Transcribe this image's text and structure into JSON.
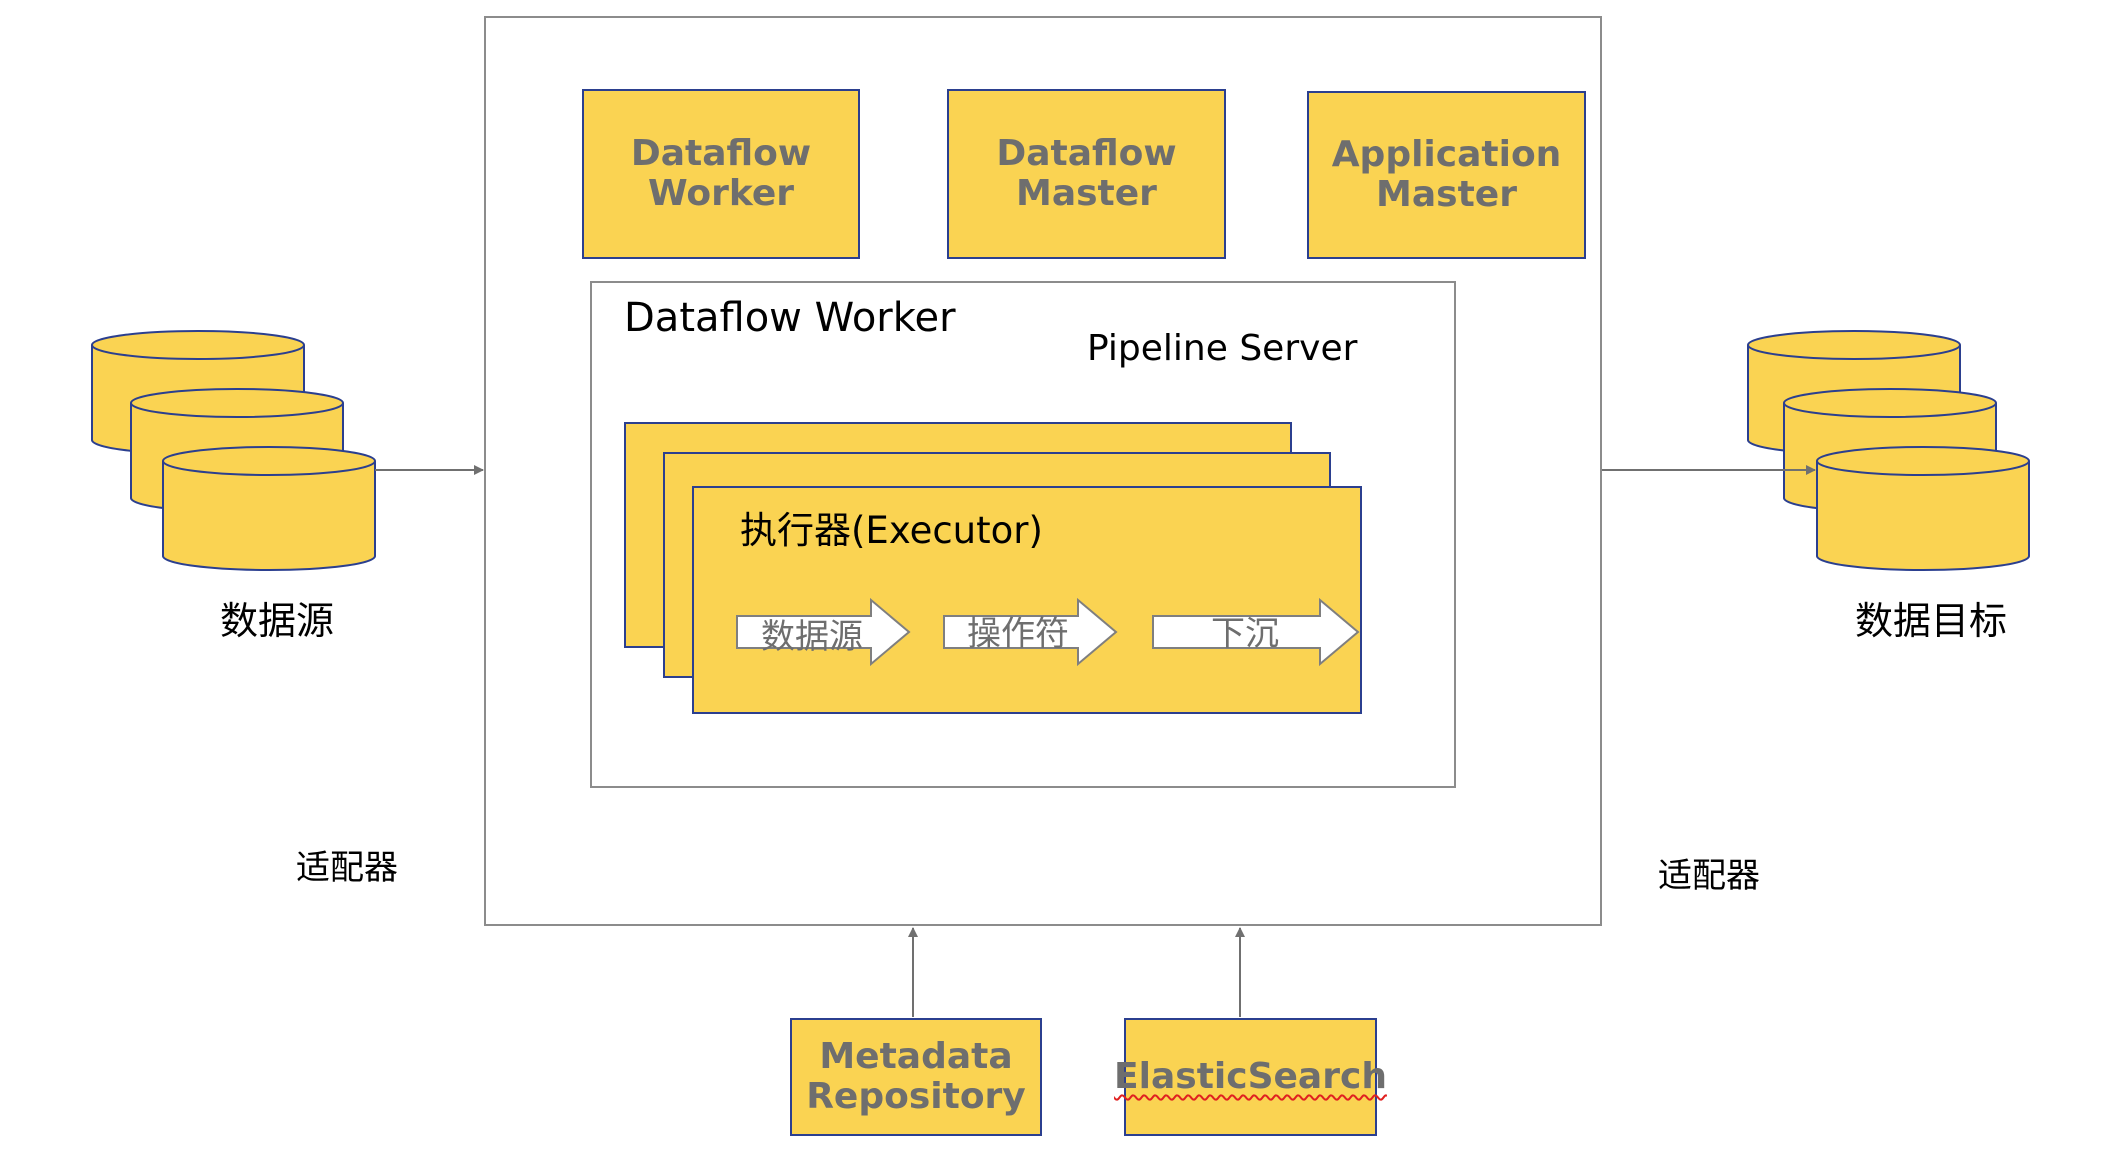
{
  "main_box": {
    "top_components": [
      {
        "line1": "Dataflow",
        "line2": "Worker"
      },
      {
        "line1": "Dataflow",
        "line2": "Master"
      },
      {
        "line1": "Application",
        "line2": "Master"
      }
    ],
    "worker_panel": {
      "title": "Dataflow Worker",
      "subtitle": "Pipeline Server",
      "executor": {
        "title": "执行器(Executor)",
        "steps": [
          "数据源",
          "操作符",
          "下沉"
        ]
      }
    }
  },
  "left_side": {
    "db_label": "数据源",
    "adapter_label": "适配器"
  },
  "right_side": {
    "db_label": "数据目标",
    "adapter_label": "适配器"
  },
  "bottom_components": [
    {
      "line1": "Metadata",
      "line2": "Repository"
    },
    {
      "line1": "ElasticSearch"
    }
  ],
  "colors": {
    "fill": "#FAD352",
    "stroke": "#2b3f8f",
    "border": "#8c8c8c",
    "text_gray": "#6e6e6e"
  }
}
